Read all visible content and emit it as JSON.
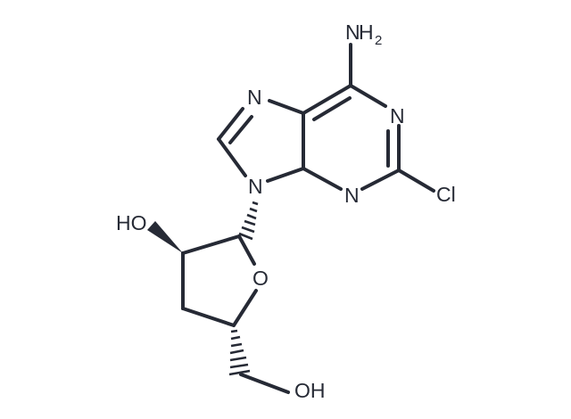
{
  "molecule": {
    "atoms": {
      "amine": {
        "symbol": "N",
        "hydrogens": "H",
        "subscript": "2"
      },
      "n1": {
        "symbol": "N"
      },
      "n3": {
        "symbol": "N"
      },
      "n7": {
        "symbol": "N"
      },
      "n9": {
        "symbol": "N"
      },
      "chlorine": {
        "symbol": "Cl"
      },
      "ring_oxygen": {
        "symbol": "O"
      },
      "hydroxyl_2": {
        "symbol": "HO"
      },
      "hydroxyl_5": {
        "symbol": "OH"
      }
    },
    "colors": {
      "ink": "#262a35",
      "background": "#ffffff"
    }
  }
}
